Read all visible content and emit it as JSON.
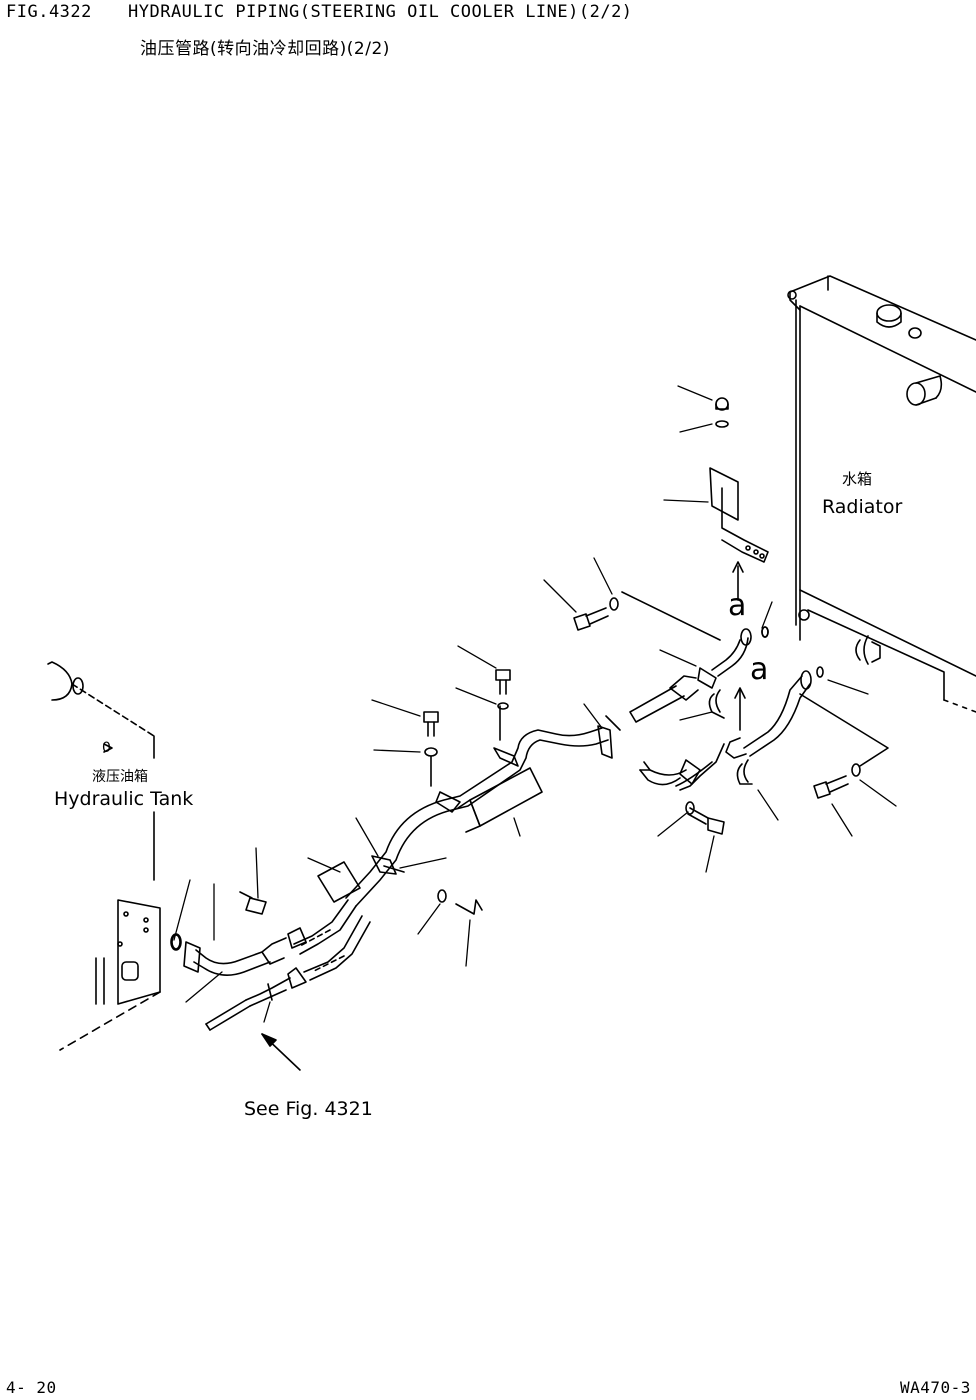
{
  "header": {
    "fig_no": "FIG.4322",
    "title_en": "HYDRAULIC PIPING(STEERING OIL COOLER LINE)(2/2)",
    "title_cn": "油压管路(转向油冷却回路)(2/2)"
  },
  "labels": {
    "radiator_cn": "水箱",
    "radiator_en": "Radiator",
    "tank_mark": "0",
    "tank_cn": "液压油箱",
    "tank_en": "Hydraulic Tank",
    "see_fig": "See Fig. 4321",
    "marker_a_1": "a",
    "marker_a_2": "a"
  },
  "footer": {
    "page": "4- 20",
    "model": "WA470-3"
  }
}
